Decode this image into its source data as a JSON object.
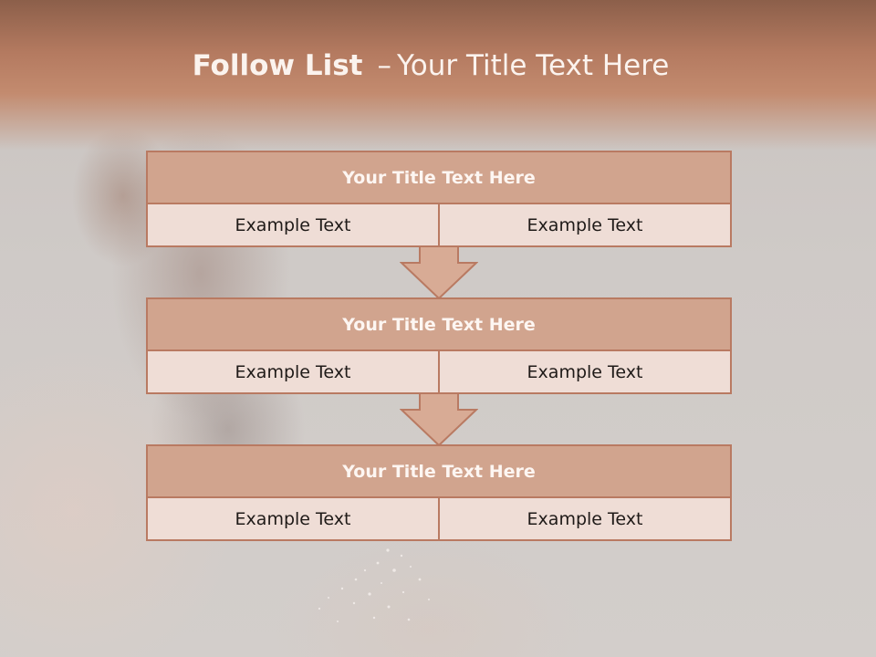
{
  "slide": {
    "title_bold": "Follow List",
    "title_dash": "–",
    "title_rest": "Your Title Text Here"
  },
  "blocks": [
    {
      "title": "Your Title Text Here",
      "left": "Example Text",
      "right": "Example Text"
    },
    {
      "title": "Your Title Text Here",
      "left": "Example Text",
      "right": "Example Text"
    },
    {
      "title": "Your Title Text Here",
      "left": "Example Text",
      "right": "Example Text"
    }
  ],
  "colors": {
    "header_band": "#b47a60",
    "block_header": "#d1a48e",
    "block_cell": "#efddd6",
    "border": "#b97a62",
    "arrow_fill": "#d8ab95"
  }
}
